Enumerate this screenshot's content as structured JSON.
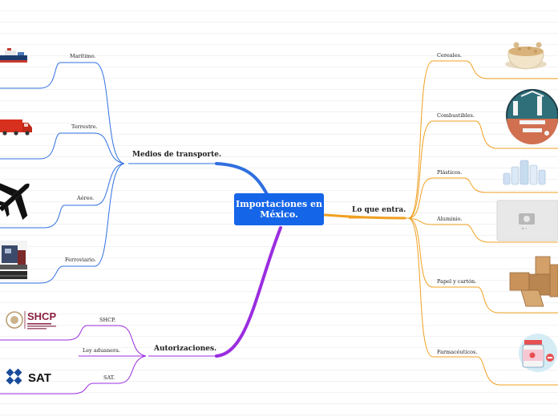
{
  "center": {
    "title": "Importaciones en México."
  },
  "branches": {
    "transport": {
      "label": "Medios de transporte.",
      "color": "#2f6fe0",
      "items": [
        "Marítimo.",
        "Terrestre.",
        "Aéreo.",
        "Ferroviario."
      ]
    },
    "auth": {
      "label": "Autorizaciones.",
      "color": "#9b2de0",
      "items": [
        "SHCP.",
        "Ley aduanera.",
        "SAT."
      ]
    },
    "goods": {
      "label": "Lo que entra.",
      "color": "#f0a020",
      "items": [
        "Cereales.",
        "Combustibles.",
        "Plásticos.",
        "Aluminio.",
        "Papel y cartón.",
        "Farmacéuticos."
      ]
    }
  },
  "logos": {
    "shcp": "SHCP",
    "sat": "SAT"
  },
  "icons": [
    "ship-icon",
    "truck-icon",
    "airplane-icon",
    "train-icon",
    "shcp-logo",
    "sat-logo",
    "grain-bowl-icon",
    "oil-refinery-icon",
    "plastic-bottles-icon",
    "image-placeholder-icon",
    "cardboard-boxes-icon",
    "medicine-bottle-icon"
  ]
}
